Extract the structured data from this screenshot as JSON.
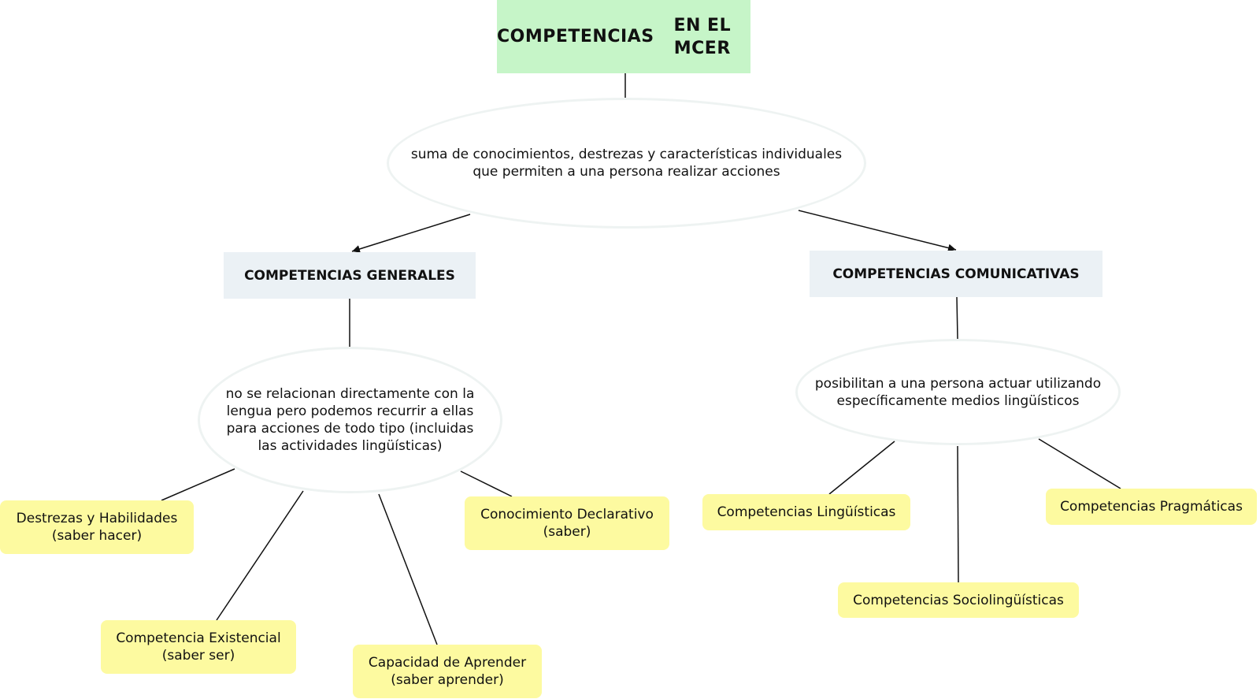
{
  "title": {
    "line1": "COMPETENCIAS",
    "line2": "EN EL MCER"
  },
  "root_description": "suma de conocimientos, destrezas y características individuales\nque permiten a una persona realizar acciones",
  "general": {
    "label": "COMPETENCIAS GENERALES",
    "description": "no se relacionan directamente con la\nlengua pero podemos recurrir a ellas\npara acciones de todo tipo (incluidas\nlas actividades lingüísticas)",
    "items": [
      "Destrezas y Habilidades\n(saber hacer)",
      "Competencia Existencial\n(saber ser)",
      "Capacidad de Aprender\n(saber aprender)",
      "Conocimiento Declarativo\n(saber)"
    ]
  },
  "communicative": {
    "label": "COMPETENCIAS COMUNICATIVAS",
    "description": "posibilitan a una persona actuar utilizando\nespecíficamente medios lingüísticos",
    "items": [
      "Competencias Lingüísticas",
      "Competencias Sociolingüísticas",
      "Competencias Pragmáticas"
    ]
  },
  "colors": {
    "title_fill": "#c6f5c8",
    "category_fill": "#ebf1f5",
    "leaf_fill": "#fdfaa0",
    "ellipse_border": "#eef3f2",
    "line": "#111111"
  }
}
